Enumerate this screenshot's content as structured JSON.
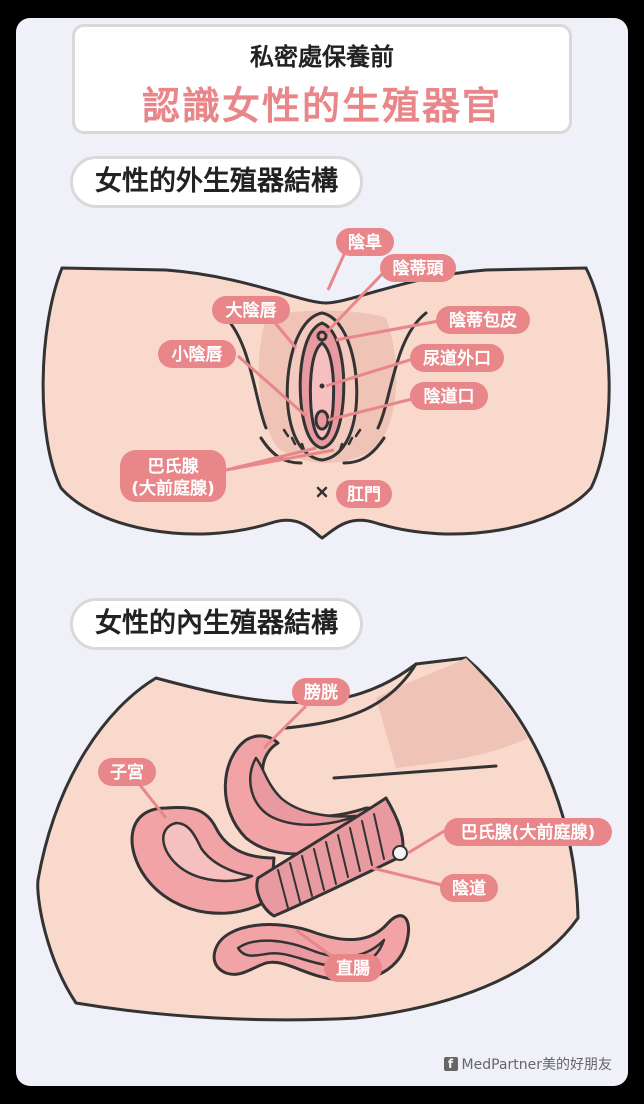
{
  "header": {
    "subtitle": "私密處保養前",
    "title": "認識女性的生殖器官"
  },
  "sections": [
    {
      "title": "女性的外生殖器結構"
    },
    {
      "title": "女性的內生殖器結構"
    }
  ],
  "external_labels": {
    "mons": "陰阜",
    "clitoris": "陰蒂頭",
    "labia_majora": "大陰唇",
    "clitoral_hood": "陰蒂包皮",
    "labia_minora": "小陰唇",
    "urethra": "尿道外口",
    "vaginal_opening": "陰道口",
    "bartholin_line1": "巴氏腺",
    "bartholin_line2": "(大前庭腺)",
    "anus": "肛門"
  },
  "internal_labels": {
    "bladder": "膀胱",
    "uterus": "子宮",
    "bartholin": "巴氏腺(大前庭腺)",
    "vagina": "陰道",
    "rectum": "直腸"
  },
  "credit": {
    "brand": "MedPartner美的好朋友",
    "icon": "facebook-icon"
  },
  "colors": {
    "accent": "#e8868a",
    "skin": "#f8d9cc",
    "tissue": "#f1a3a6",
    "outline": "#333333"
  }
}
